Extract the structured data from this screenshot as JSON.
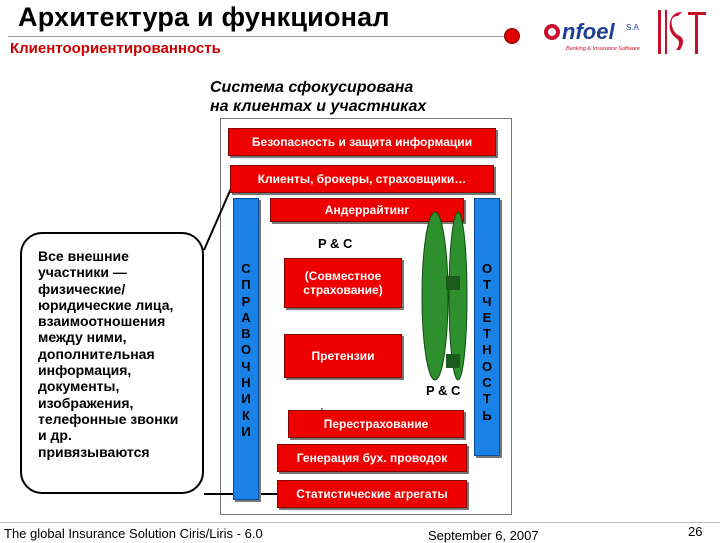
{
  "header": {
    "title": "Архитектура и функционал",
    "subtitle": "Клиентоориентированность",
    "logo_text": "nfoel",
    "logo_suffix": "S.A",
    "logo_tagline": "Banking & Insurance Software",
    "logo_mark": "Ist"
  },
  "diagram": {
    "focus_line1": "Система сфокусирована",
    "focus_line2": "на клиентах и участниках",
    "security": "Безопасность и защита информации",
    "clients": "Клиенты, брокеры, страховщики…",
    "underwriting": "Андеррайтинг",
    "pc_top": "P & C",
    "coinsurance_line1": "(Совместное",
    "coinsurance_line2": "страхование)",
    "claims": "Претензии",
    "pc_bottom": "P & C",
    "reinsurance": "Перестрахование",
    "accounting": "Генерация бух. проводок",
    "statistics": "Статистические агрегаты",
    "left_bar_letters": [
      "С",
      "П",
      "Р",
      "А",
      "В",
      "О",
      "Ч",
      "Н",
      "И",
      "К",
      "И"
    ],
    "right_bar_letters": [
      "О",
      "Т",
      "Ч",
      "Е",
      "Т",
      "Н",
      "О",
      "С",
      "Т",
      "Ь"
    ],
    "callout_lines": [
      "Все внешние",
      "участники —",
      "физические/",
      "юридические лица,",
      "взаимоотношения",
      "между ними,",
      "дополнительная",
      "информация,",
      "документы,",
      "изображения,",
      "телефонные звонки",
      "и др.",
      "привязываются"
    ]
  },
  "colors": {
    "accent_red": "#ee0000",
    "bar_blue": "#1a82e6",
    "ellipse_green": "#2d8f2d"
  },
  "footer": {
    "product": "The global Insurance Solution  Ciris/Liris - 6.0",
    "date": "September 6, 2007",
    "page": "26"
  }
}
